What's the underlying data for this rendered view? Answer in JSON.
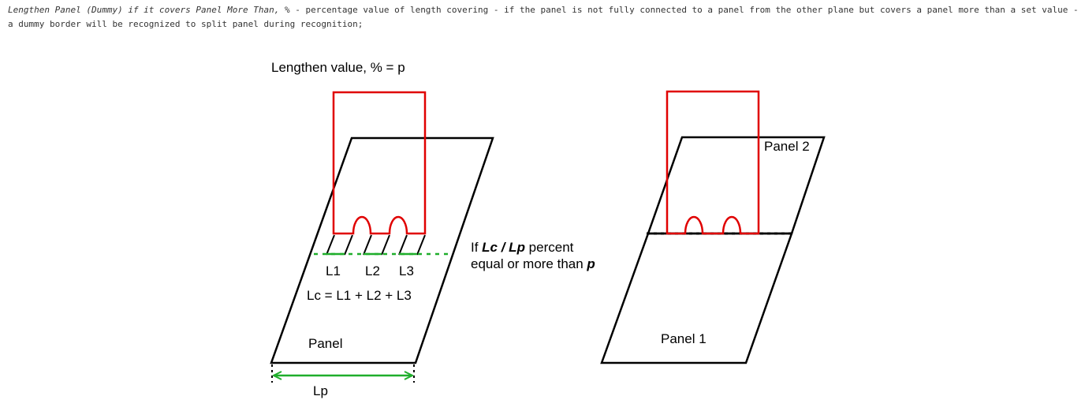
{
  "description": {
    "italic_part": "Lengthen Panel (Dummy) if it covers Panel More Than, %",
    "rest": " - percentage value of length covering - if the panel is not fully connected to a panel from the other plane but covers a panel more than a set value - a dummy border will be recognized to split panel during recognition;"
  },
  "left_diagram": {
    "title": "Lengthen value, % = p",
    "l1": "L1",
    "l2": "L2",
    "l3": "L3",
    "sum": "Lc = L1 + L2 + L3",
    "panel": "Panel",
    "lp": "Lp"
  },
  "condition": {
    "if": "If ",
    "lc_lp": "Lc / Lp",
    "percent": " percent",
    "line2": "equal or more than ",
    "p": "p"
  },
  "right_diagram": {
    "panel2": "Panel 2",
    "panel1": "Panel 1"
  },
  "colors": {
    "panel_outline": "#000000",
    "cover_outline": "#e00000",
    "measure": "#1fae2b"
  }
}
